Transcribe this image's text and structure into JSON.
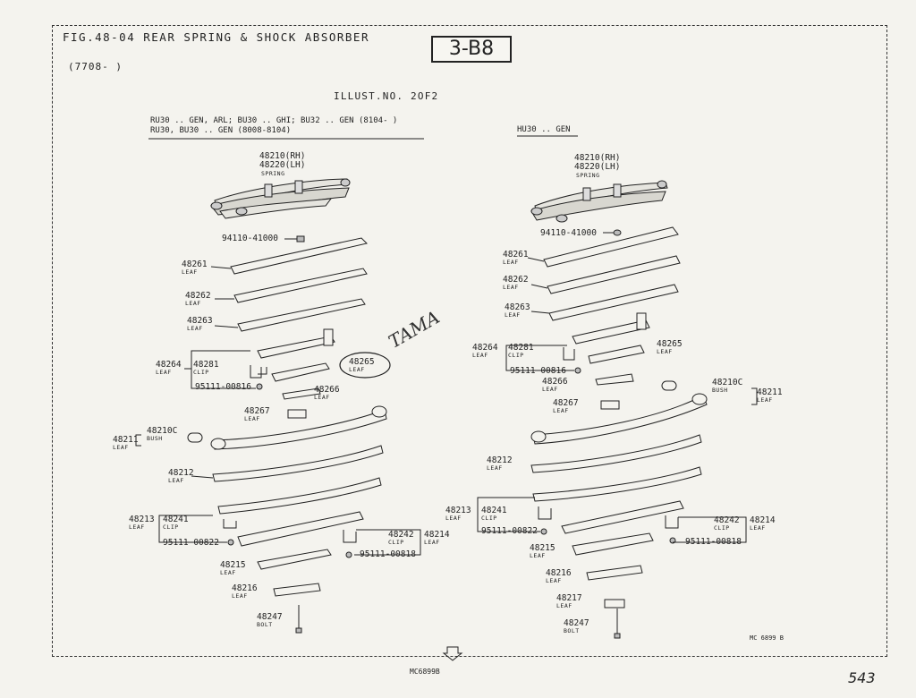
{
  "header": {
    "title": "FIG.48-04 REAR SPRING & SHOCK ABSORBER",
    "date_range": "(7708-      )",
    "illust_no": "ILLUST.NO. 2OF2",
    "badge": "3-B8"
  },
  "left": {
    "applicability_1": "RU30 .. GEN, ARL; BU30 .. GHI; BU32 .. GEN (8104-      )",
    "applicability_2": "RU30, BU30 .. GEN (8008-8104)",
    "parts": {
      "spring_no": "48210(RH)",
      "spring_no2": "48220(LH)",
      "spring": "SPRING",
      "p94110": "94110-41000",
      "p48261": "48261",
      "p48262": "48262",
      "p48263": "48263",
      "p48264": "48264",
      "p48281": "48281",
      "p48265": "48265",
      "p95111a": "95111-00816",
      "p48266": "48266",
      "p48267": "48267",
      "p48210c": "48210C",
      "p48211": "48211",
      "p48212": "48212",
      "p48213": "48213",
      "p48241": "48241",
      "p95111b": "95111-00822",
      "p48242": "48242",
      "p48214": "48214",
      "p95111c": "95111-00818",
      "p48215": "48215",
      "p48216": "48216",
      "p48247": "48247"
    }
  },
  "right": {
    "applicability": "HU30 .. GEN",
    "parts": {
      "spring_no": "48210(RH)",
      "spring_no2": "48220(LH)",
      "spring": "SPRING",
      "p94110": "94110-41000",
      "p48261": "48261",
      "p48262": "48262",
      "p48263": "48263",
      "p48264": "48264",
      "p48281": "48281",
      "p48265": "48265",
      "p95111a": "95111-00816",
      "p48266": "48266",
      "p48210c": "48210C",
      "p48211": "48211",
      "p48267": "48267",
      "p48212": "48212",
      "p48213": "48213",
      "p48241": "48241",
      "p95111b": "95111-00822",
      "p48242": "48242",
      "p48214": "48214",
      "p95111c": "95111-00818",
      "p48215": "48215",
      "p48216": "48216",
      "p48217": "48217",
      "p48247": "48247"
    }
  },
  "labels": {
    "leaf": "LEAF",
    "clip": "CLIP",
    "bush": "BUSH",
    "bolt": "BOLT"
  },
  "handwriting": "TAMA",
  "footer": {
    "drawing_no": "MC6899B",
    "drawing_no_small": "MC 6899 B",
    "page": "543"
  }
}
